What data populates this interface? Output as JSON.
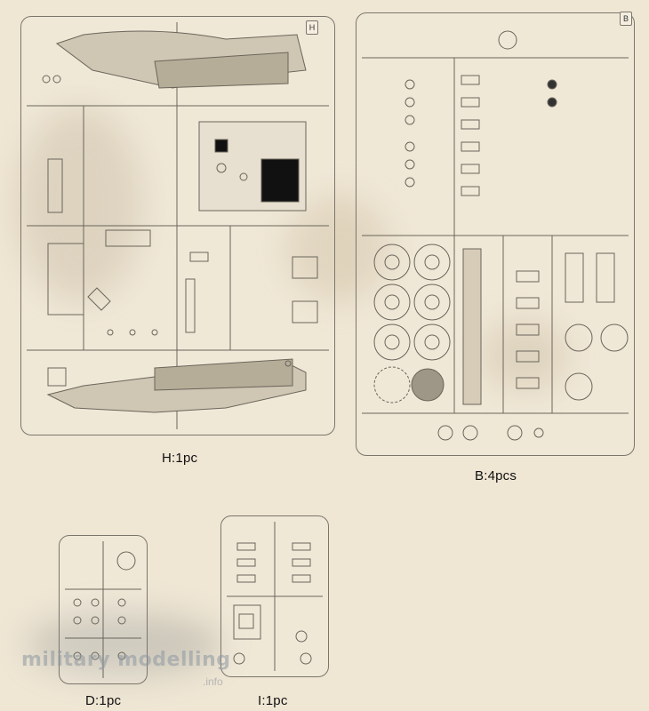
{
  "sprues": {
    "H": {
      "caption": "H:1pc",
      "letter": "H"
    },
    "B": {
      "caption": "B:4pcs",
      "letter": "B"
    },
    "D": {
      "caption": "D:1pc"
    },
    "I": {
      "caption": "I:1pc"
    }
  },
  "watermark": {
    "main": "military modelling",
    "sub": ".info"
  },
  "colors": {
    "frame": "#7b766c",
    "paper": "#efe6d4",
    "part": "#555045"
  }
}
